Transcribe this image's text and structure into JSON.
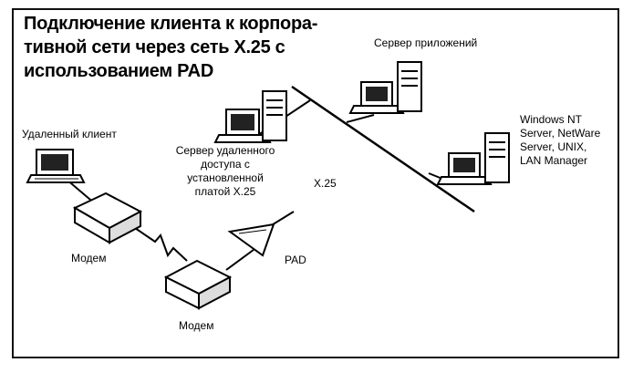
{
  "title_lines": [
    "Подключение клиента к корпора-",
    "тивной сети через сеть X.25 с",
    "использованием PAD"
  ],
  "labels": {
    "remote_client": "Удаленный клиент",
    "modem_1": "Модем",
    "modem_2": "Модем",
    "pad": "PAD",
    "x25": "X.25",
    "app_server": "Сервер приложений",
    "remote_access_server": [
      "Сервер удаленного",
      "доступа с",
      "установленной",
      "платой X.25"
    ],
    "os_list": [
      "Windows NT",
      "Server, NetWare",
      "Server, UNIX,",
      "LAN Manager"
    ]
  }
}
